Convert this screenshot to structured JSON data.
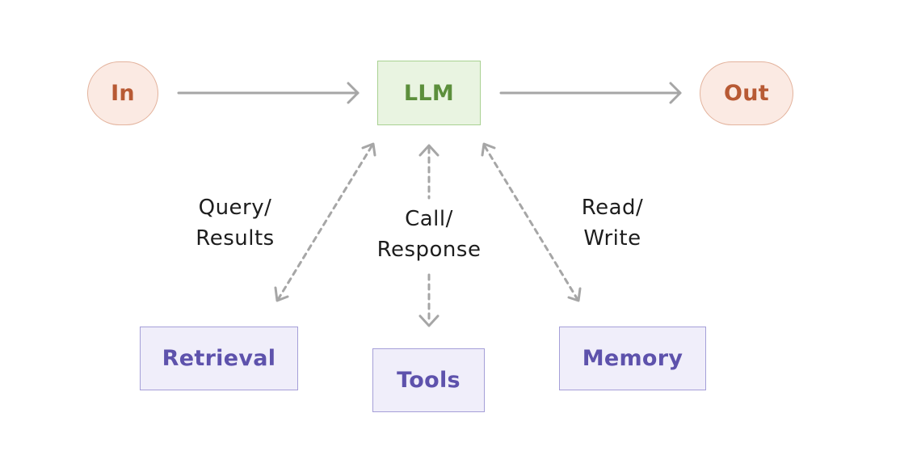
{
  "nodes": {
    "in": "In",
    "llm": "LLM",
    "out": "Out",
    "retrieval": "Retrieval",
    "tools": "Tools",
    "memory": "Memory"
  },
  "edge_labels": {
    "retrieval_line1": "Query/",
    "retrieval_line2": "Results",
    "tools_line1": "Call/",
    "tools_line2": "Response",
    "memory_line1": "Read/",
    "memory_line2": "Write"
  },
  "colors": {
    "io_fill": "#fbeae3",
    "io_text": "#b85a34",
    "llm_fill": "#e9f4e1",
    "llm_text": "#5c8f3c",
    "component_fill": "#f0eefa",
    "component_text": "#5e52ac",
    "arrow": "#a6a6a6"
  }
}
